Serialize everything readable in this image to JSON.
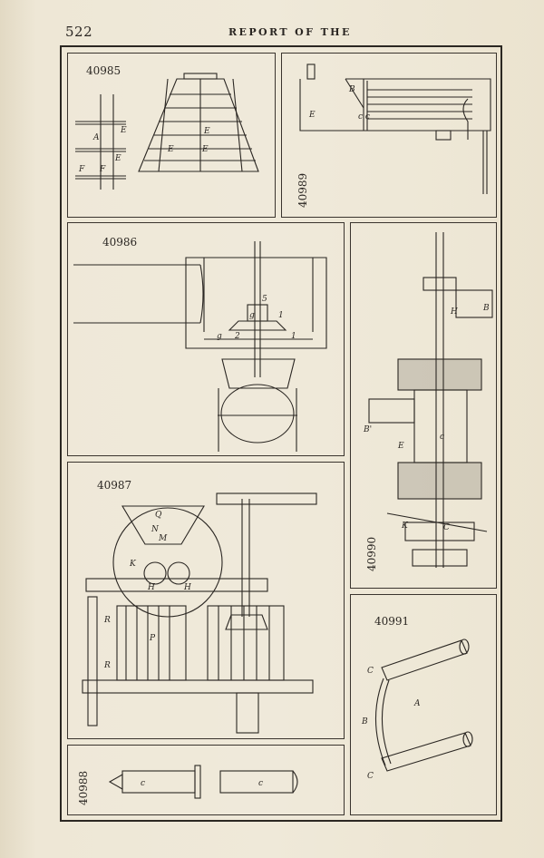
{
  "page": {
    "number": "522",
    "header": "REPORT OF THE"
  },
  "figures": [
    {
      "id": "40985",
      "labels": [
        "A",
        "E",
        "E",
        "F",
        "F",
        "E",
        "E",
        "E"
      ]
    },
    {
      "id": "40989",
      "labels": [
        "E",
        "B",
        "c c"
      ]
    },
    {
      "id": "40986",
      "labels": [
        "5",
        "g",
        "g",
        "2",
        "1",
        "1"
      ]
    },
    {
      "id": "40990",
      "labels": [
        "H",
        "B",
        "c",
        "B'",
        "E",
        "K",
        "C"
      ]
    },
    {
      "id": "40987",
      "labels": [
        "Q",
        "N",
        "M",
        "K",
        "H",
        "H",
        "R",
        "P",
        "R"
      ]
    },
    {
      "id": "40991",
      "labels": [
        "C",
        "A",
        "B",
        "C"
      ]
    },
    {
      "id": "40988",
      "labels": [
        "c",
        "c"
      ]
    }
  ]
}
